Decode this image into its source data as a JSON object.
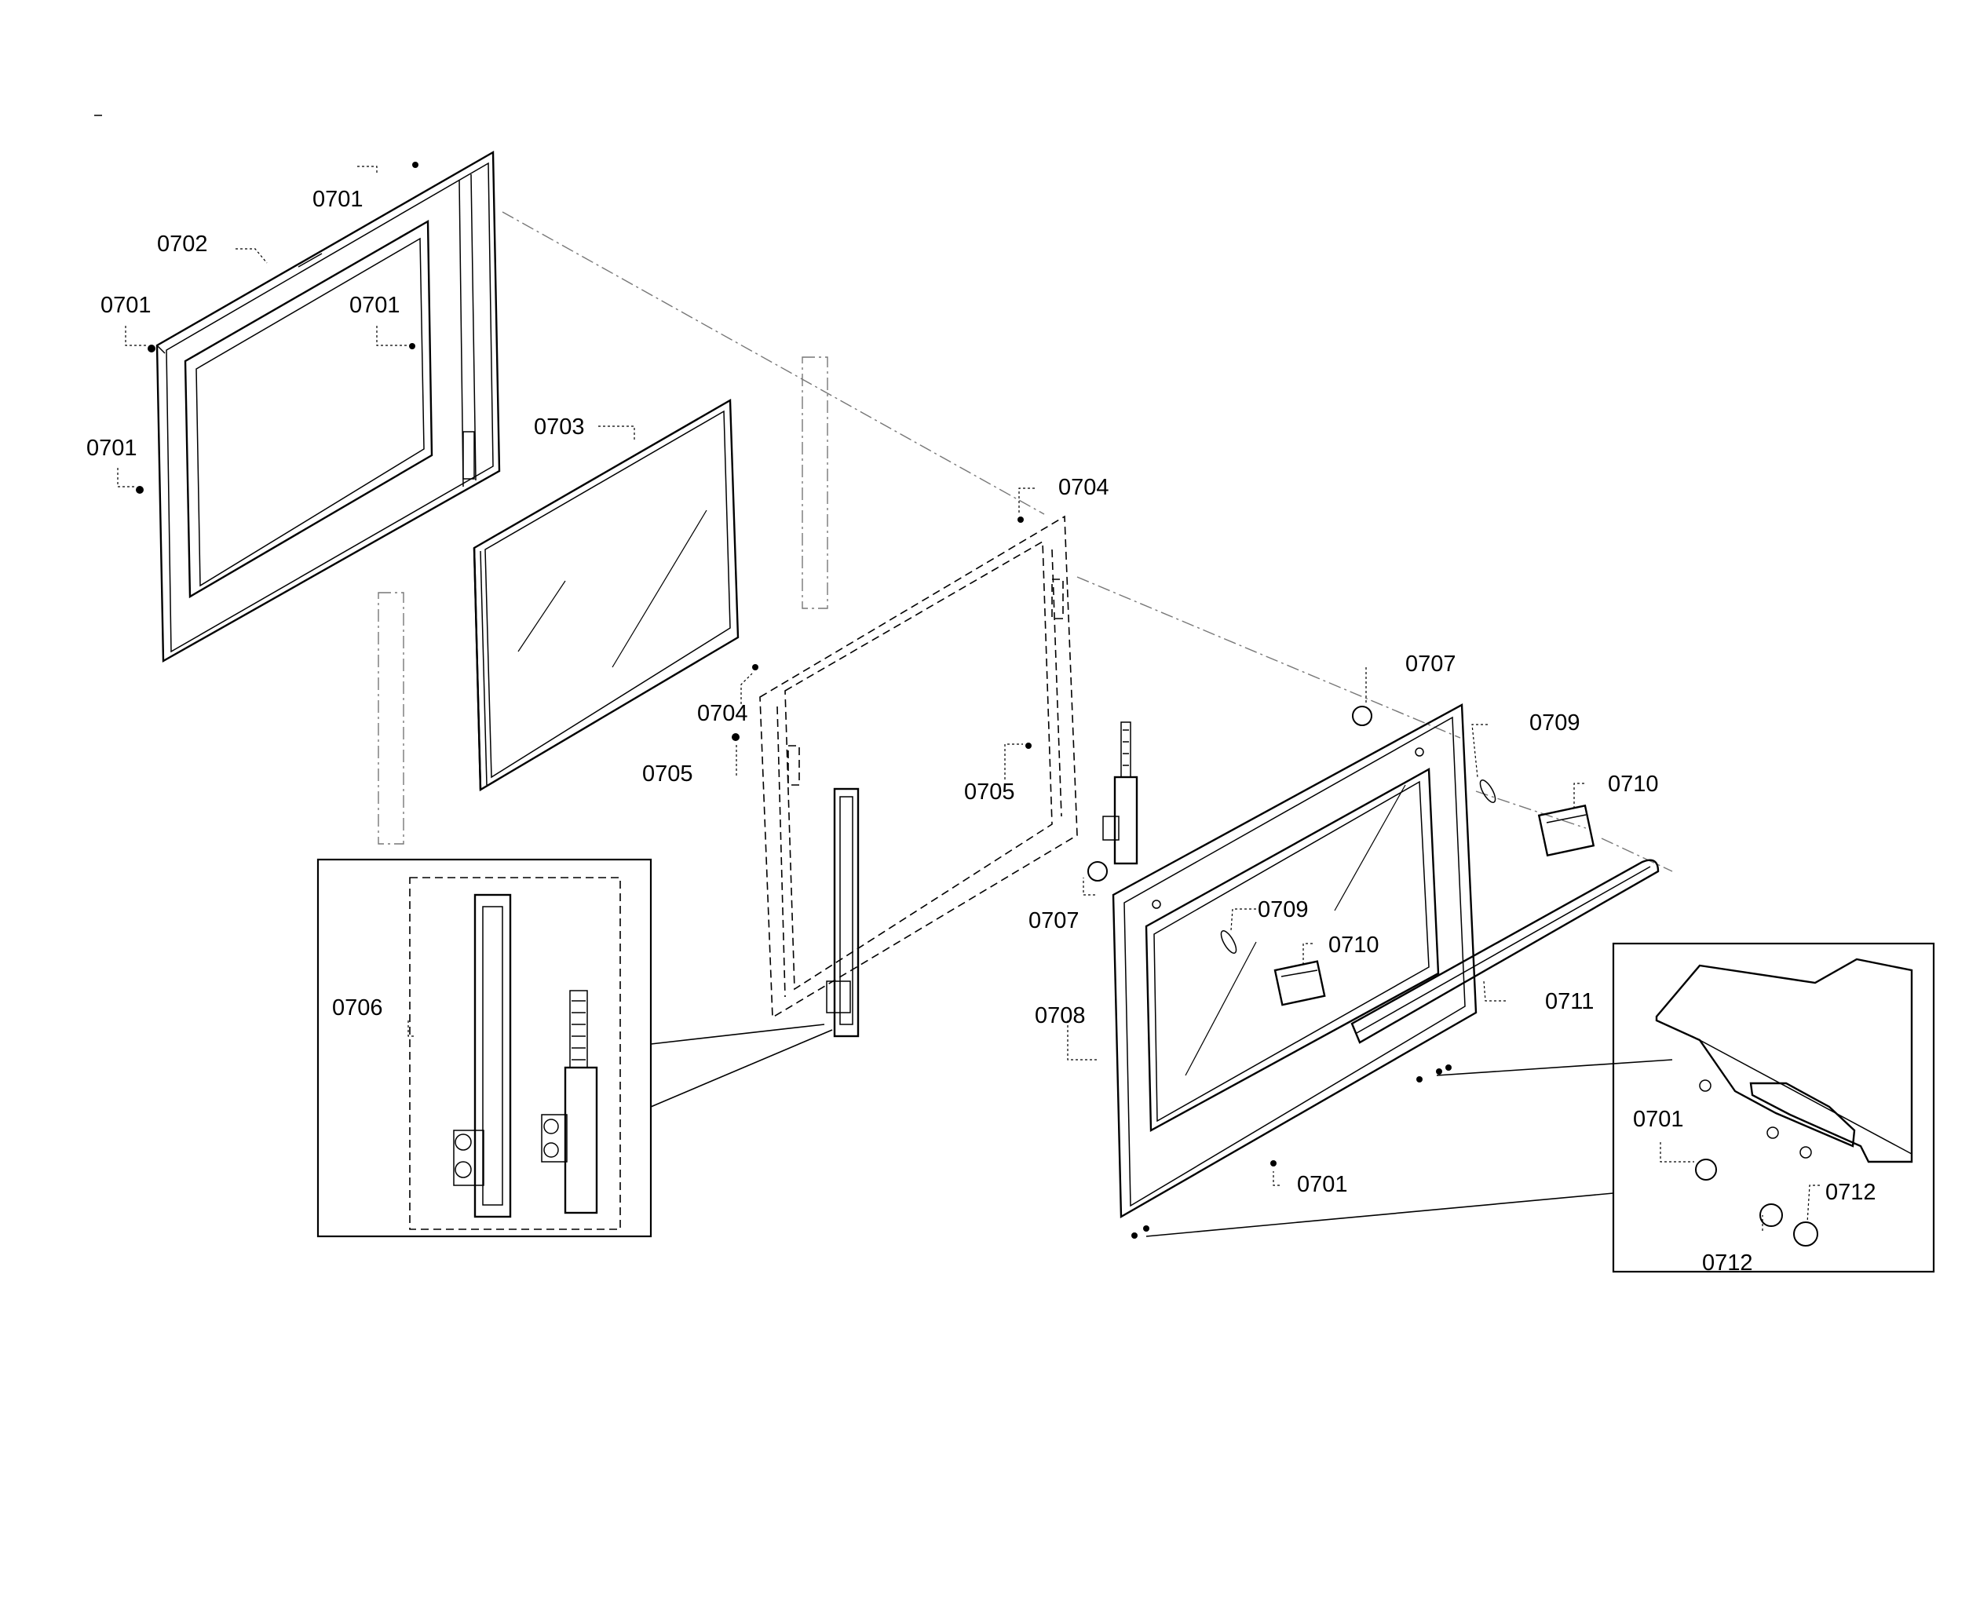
{
  "labels": {
    "p0701a": "0701",
    "p0702": "0702",
    "p0701b": "0701",
    "p0701c": "0701",
    "p0701d": "0701",
    "p0703": "0703",
    "p0704a": "0704",
    "p0704b": "0704",
    "p0705a": "0705",
    "p0705b": "0705",
    "p0706": "0706",
    "p0707a": "0707",
    "p0707b": "0707",
    "p0708": "0708",
    "p0709a": "0709",
    "p0709b": "0709",
    "p0710a": "0710",
    "p0710b": "0710",
    "p0711": "0711",
    "p0701e": "0701",
    "p0701f": "0701",
    "p0712a": "0712",
    "p0712b": "0712"
  }
}
